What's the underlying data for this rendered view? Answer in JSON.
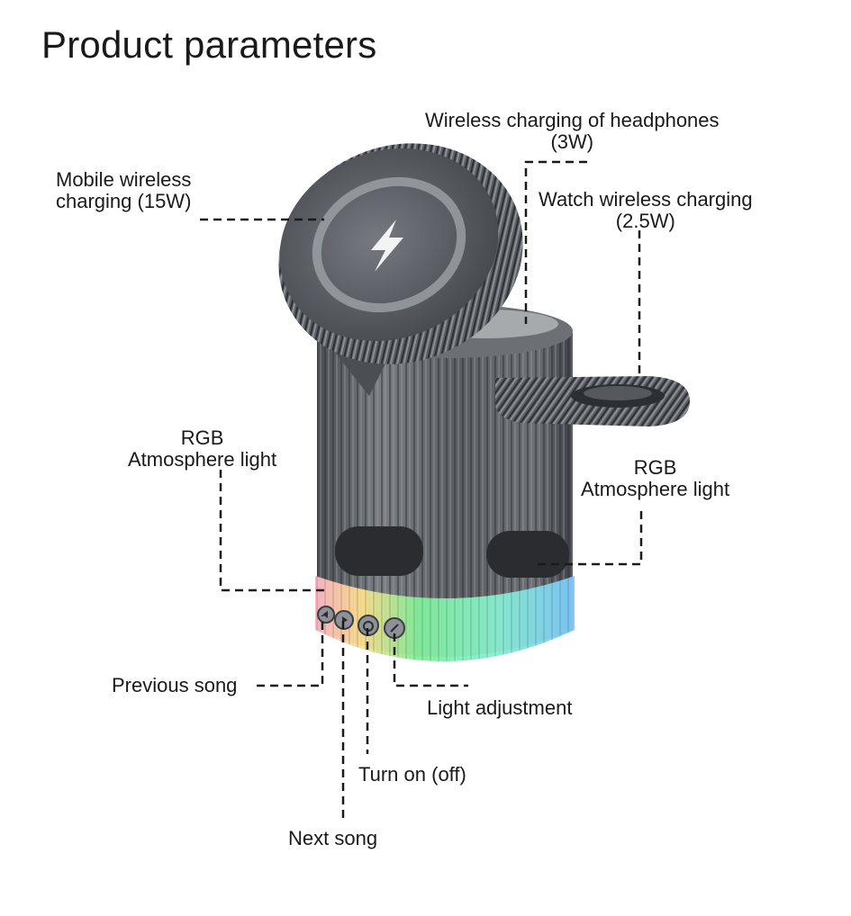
{
  "title": "Product parameters",
  "labels": {
    "mobile": {
      "line1": "Mobile wireless",
      "line2": "charging (15W)"
    },
    "headphones": {
      "line1": "Wireless charging of headphones",
      "line2": "(3W)"
    },
    "watch": {
      "line1": "Watch wireless charging",
      "line2": "(2.5W)"
    },
    "rgb_left": {
      "line1": "RGB",
      "line2": "Atmosphere light"
    },
    "rgb_right": {
      "line1": "RGB",
      "line2": "Atmosphere light"
    },
    "previous": "Previous song",
    "light_adj": "Light adjustment",
    "turn_on": "Turn on (off)",
    "next": "Next song"
  },
  "colors": {
    "body_metal": "#5f6266",
    "rib_light": "#8a8d91",
    "rib_dark": "#3c3f43",
    "led_green": "#6fe38a",
    "led_blue": "#7cc8ff",
    "led_pink": "#ff9fb0",
    "leader_line": "#1a1a1a"
  },
  "icons": [
    "lightning-icon",
    "prev-button-icon",
    "next-button-icon",
    "power-button-icon",
    "light-button-icon"
  ]
}
